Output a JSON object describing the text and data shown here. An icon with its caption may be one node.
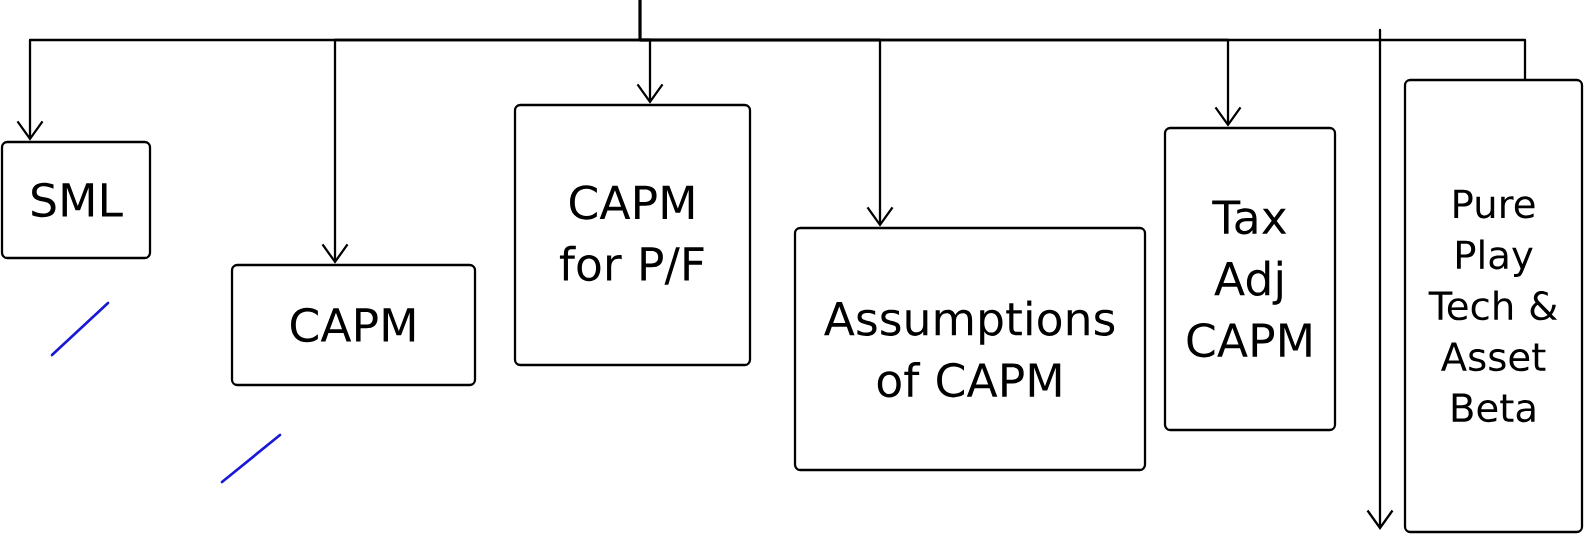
{
  "diagram": {
    "nodes": [
      {
        "text": [
          "SML"
        ]
      },
      {
        "text": [
          "CAPM"
        ]
      },
      {
        "text": [
          "CAPM for P/F"
        ]
      },
      {
        "text": [
          "Assumptions of CAPM"
        ]
      },
      {
        "text": [
          "Tax Adj CAPM"
        ]
      },
      {
        "text": [
          "Pure Play Tech & Asset Beta"
        ]
      }
    ],
    "edges": [
      {
        "from": null,
        "to": 0,
        "arrow": "to"
      },
      {
        "from": null,
        "to": 1,
        "arrow": "to"
      },
      {
        "from": null,
        "to": 2,
        "arrow": "to"
      },
      {
        "from": null,
        "to": 3,
        "arrow": "to"
      },
      {
        "from": null,
        "to": 4,
        "arrow": "to"
      },
      {
        "from": null,
        "to": 5,
        "arrow": "none"
      }
    ]
  }
}
